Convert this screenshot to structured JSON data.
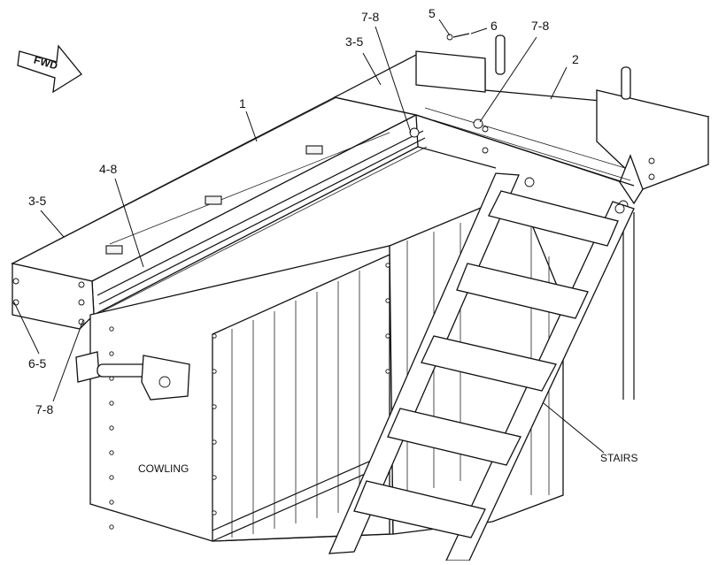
{
  "direction_arrow": {
    "label": "FWD"
  },
  "callouts": {
    "c1": "1",
    "c2": "2",
    "c3_5_top": "3-5",
    "c3_5_left": "3-5",
    "c4_8": "4-8",
    "c5": "5",
    "c6": "6",
    "c6_5": "6-5",
    "c7_8_top_left": "7-8",
    "c7_8_top_right": "7-8",
    "c7_8_bottom": "7-8"
  },
  "part_labels": {
    "cowling": "COWLING",
    "stairs": "STAIRS"
  }
}
